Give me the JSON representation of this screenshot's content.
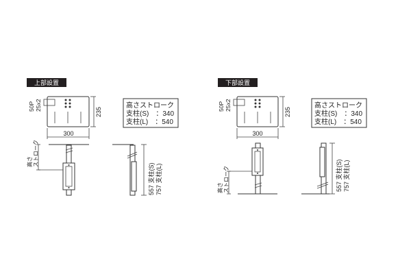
{
  "sections": [
    {
      "title": "上部設置",
      "hole_label_1": "50P",
      "hole_label_2": "25x2",
      "dim_height": "235",
      "dim_width": "300",
      "stroke_label_1": "高さ",
      "stroke_label_2": "ストローク",
      "pole_s": "557 支柱(S)",
      "pole_l": "757 支柱(L)",
      "spec_title": "高さストローク",
      "spec_row_s": "支柱(S)　：340",
      "spec_row_l": "支柱(L)　：540"
    },
    {
      "title": "下部設置",
      "hole_label_1": "50P",
      "hole_label_2": "25x2",
      "dim_height": "235",
      "dim_width": "300",
      "stroke_label_1": "高さ",
      "stroke_label_2": "ストローク",
      "pole_s": "557 支柱(S)",
      "pole_l": "757 支柱(L)",
      "spec_title": "高さストローク",
      "spec_row_s": "支柱(S)　：340",
      "spec_row_l": "支柱(L)　：540"
    }
  ],
  "colors": {
    "badge_bg": "#231f20",
    "badge_fg": "#ffffff",
    "line": "#333333"
  }
}
